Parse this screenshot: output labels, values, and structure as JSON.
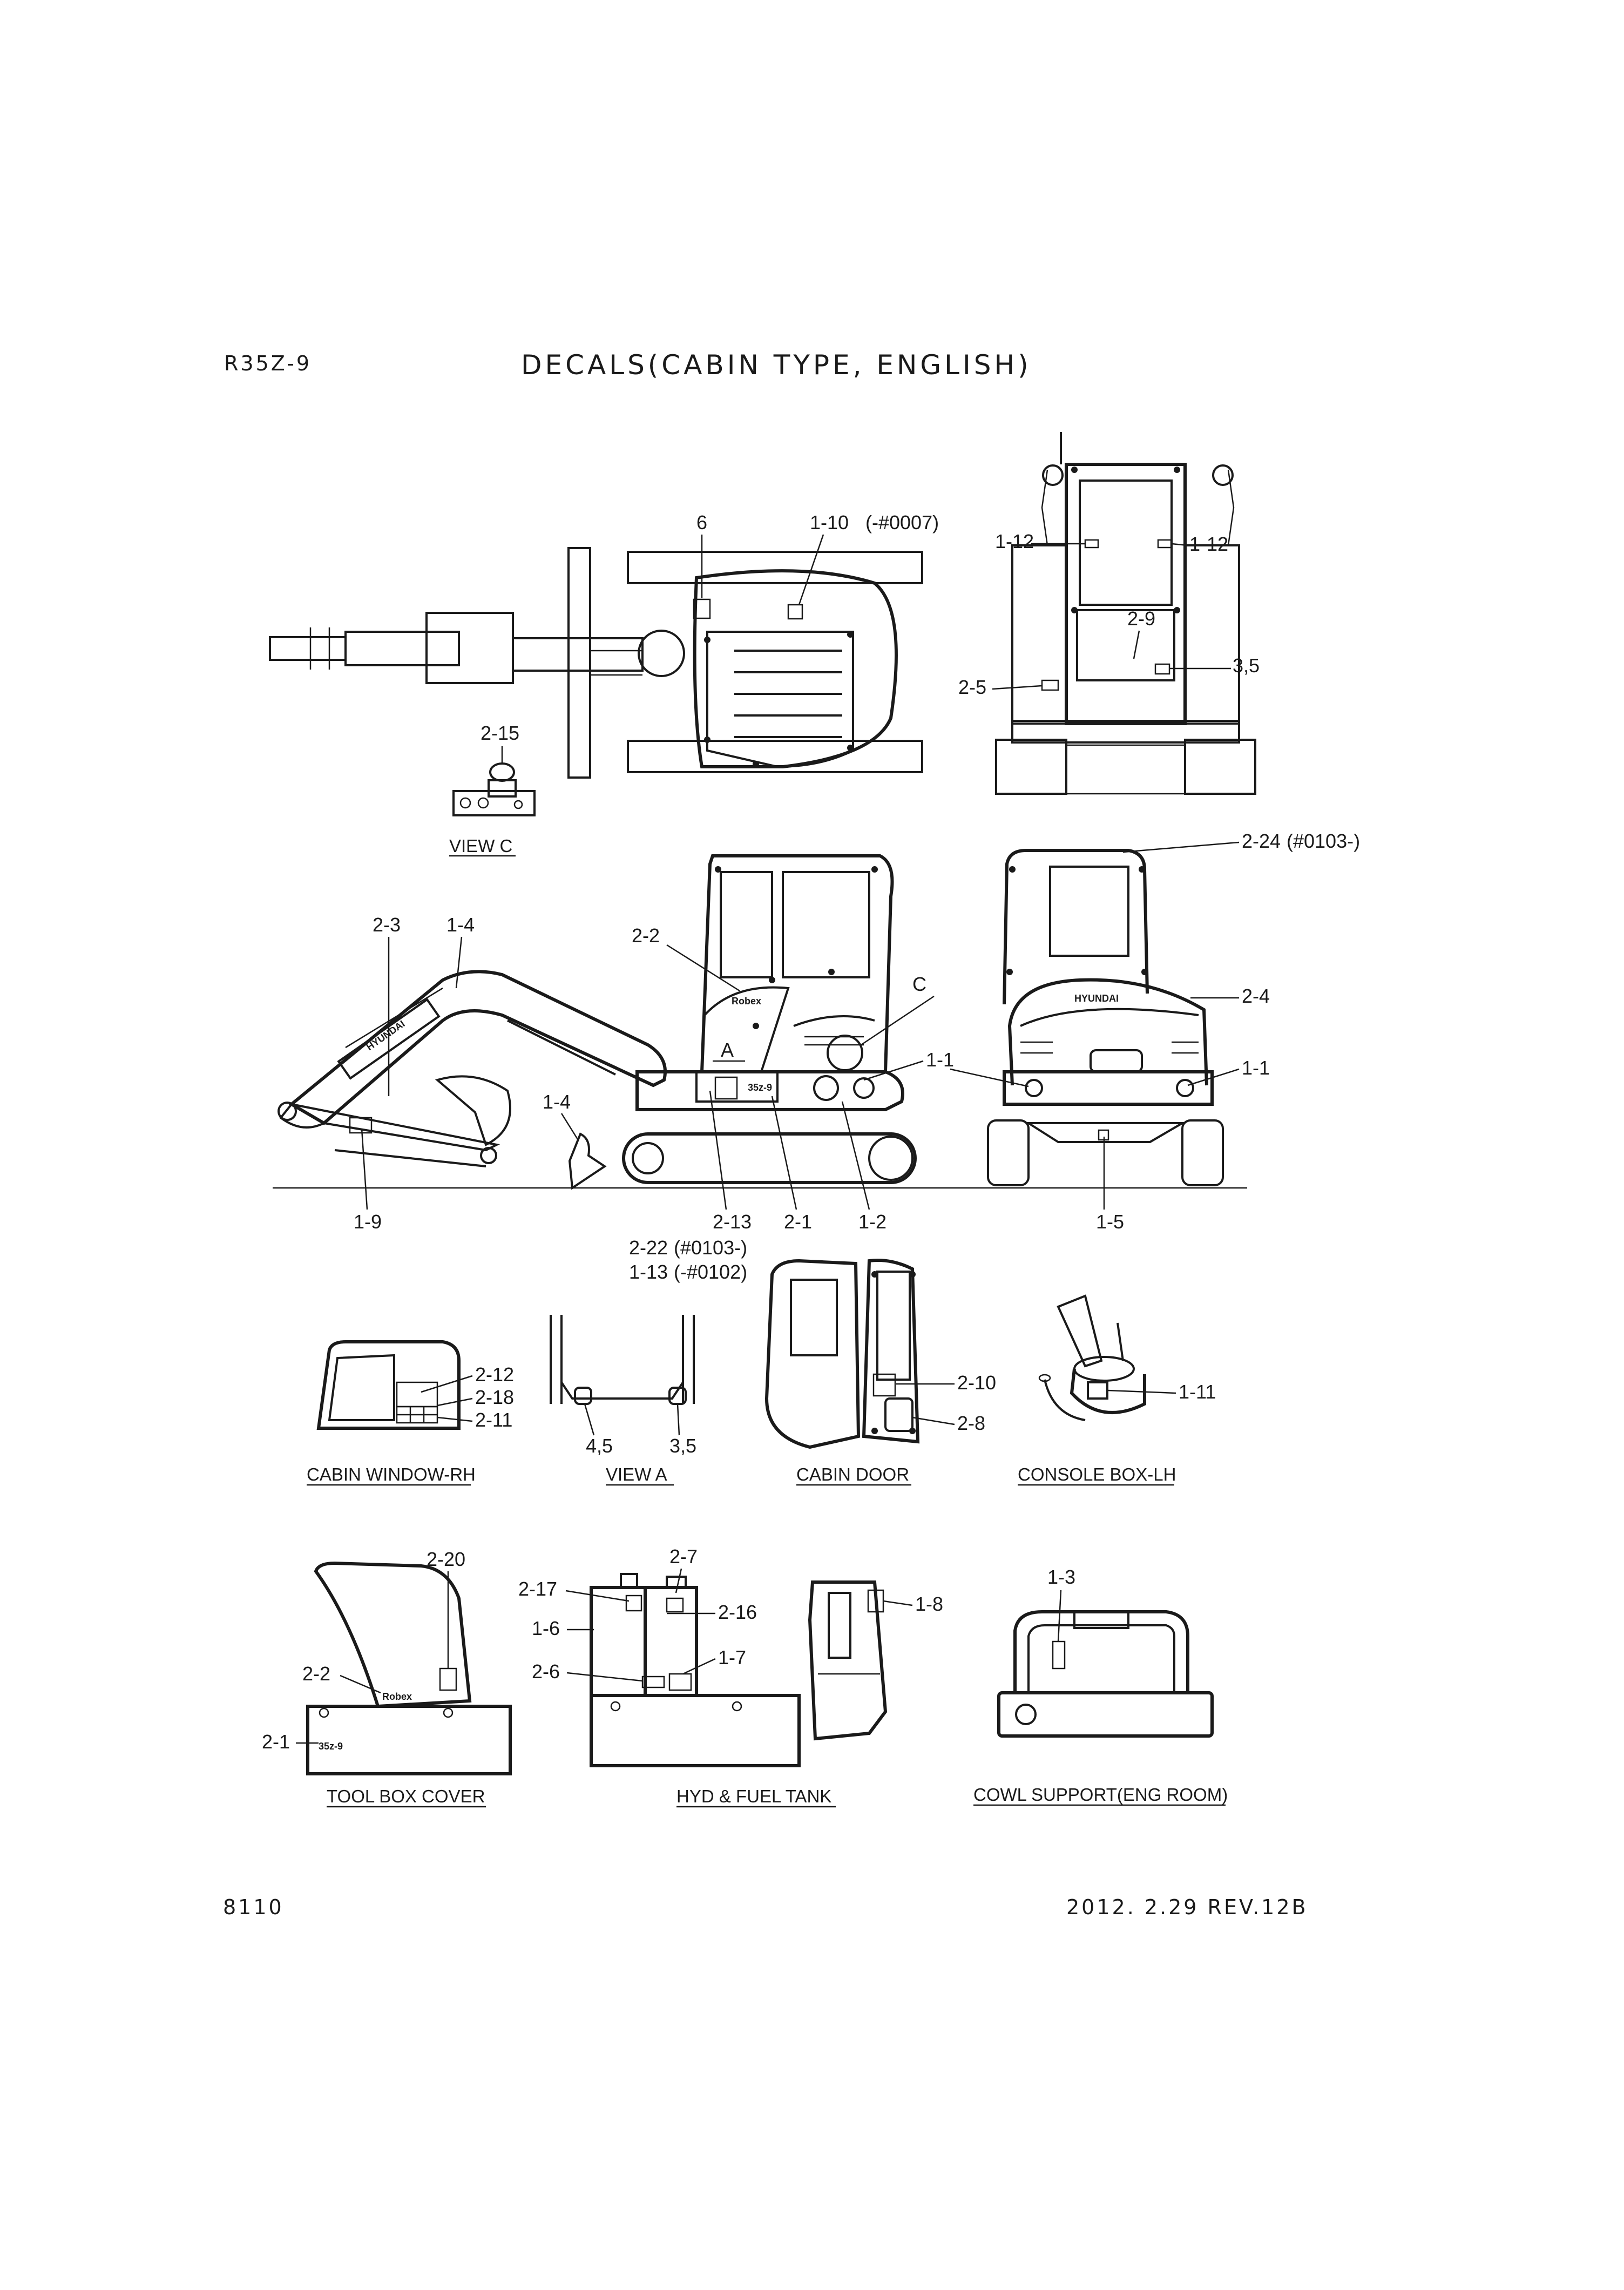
{
  "header": {
    "model": "R35Z-9",
    "title": "DECALS(CABIN TYPE, ENGLISH)"
  },
  "footer": {
    "page_no": "8110",
    "revision": "2012. 2.29 REV.12B"
  },
  "views": {
    "view_c": "VIEW C",
    "cabin_window_rh": "CABIN WINDOW-RH",
    "view_a": "VIEW A",
    "cabin_door": "CABIN DOOR",
    "console_box_lh": "CONSOLE BOX-LH",
    "tool_box_cover": "TOOL BOX COVER",
    "hyd_fuel_tank": "HYD & FUEL TANK",
    "cowl_support": "COWL SUPPORT(ENG ROOM)"
  },
  "callouts": {
    "top_6": "6",
    "top_1_10": "1-10",
    "top_1_10_note": "(-#0007)",
    "top_2_15": "2-15",
    "rear_1_12_l": "1-12",
    "rear_1_12_r": "1-12",
    "rear_2_9": "2-9",
    "rear_2_5": "2-5",
    "rear_3_5": "3,5",
    "side_2_3": "2-3",
    "side_1_4_top": "1-4",
    "side_2_2": "2-2",
    "side_c": "C",
    "side_a": "A",
    "side_1_1": "1-1",
    "side_1_4_bot": "1-4",
    "side_1_9": "1-9",
    "side_2_13": "2-13",
    "side_2_1": "2-1",
    "side_1_2": "1-2",
    "side_2_22": "2-22",
    "side_2_22_note": "(#0103-)",
    "side_1_13": "1-13",
    "side_1_13_note": "(-#0102)",
    "back_2_24": "2-24",
    "back_2_24_note": "(#0103-)",
    "back_2_4": "2-4",
    "back_1_1": "1-1",
    "back_1_5": "1-5",
    "win_2_12": "2-12",
    "win_2_18": "2-18",
    "win_2_11": "2-11",
    "viewa_45": "4,5",
    "viewa_35": "3,5",
    "door_2_10": "2-10",
    "door_2_8": "2-8",
    "console_1_11": "1-11",
    "tool_2_20": "2-20",
    "tool_2_2": "2-2",
    "tool_2_1": "2-1",
    "hyd_2_7": "2-7",
    "hyd_2_17": "2-17",
    "hyd_2_16": "2-16",
    "hyd_1_6": "1-6",
    "hyd_1_7": "1-7",
    "hyd_2_6": "2-6",
    "hyd_1_8": "1-8",
    "cowl_1_3": "1-3"
  },
  "decal_marks": {
    "boom_brand": "HYUNDAI",
    "rear_brand": "HYUNDAI",
    "model_mark": "35z-9",
    "tool_model_mark": "35z-9",
    "small_logo": "Robex"
  }
}
